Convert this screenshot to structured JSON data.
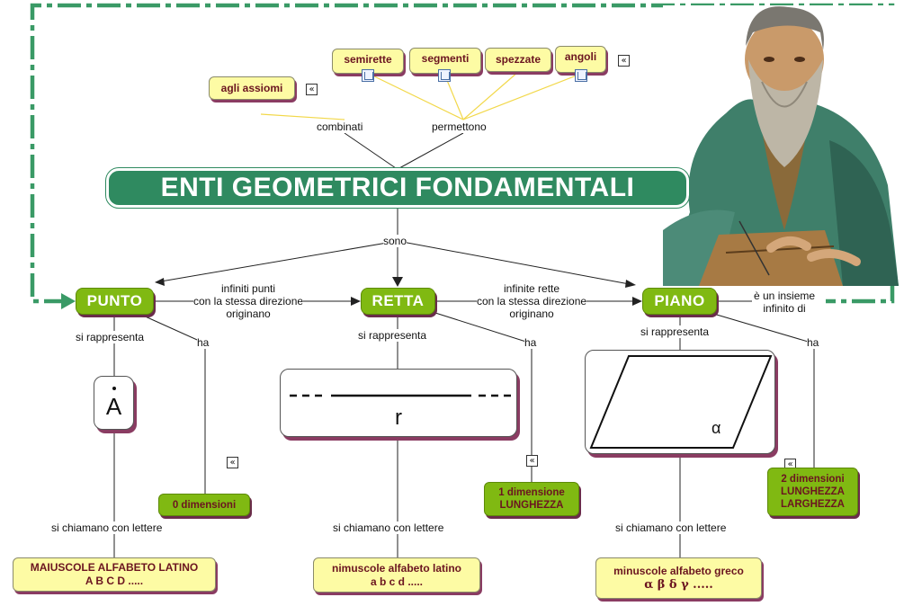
{
  "title": "ENTI GEOMETRICI FONDAMENTALI",
  "top_concepts": {
    "assiomi": "agli assiomi",
    "semirette": "semirette",
    "segmenti": "segmenti",
    "spezzate": "spezzate",
    "angoli": "angoli"
  },
  "links": {
    "combinati": "combinati",
    "permettono": "permettono",
    "sono": "sono",
    "punti_retta": [
      "infiniti punti",
      "con la stessa direzione",
      "originano"
    ],
    "rette_piano": [
      "infinite rette",
      "con la stessa direzione",
      "originano"
    ],
    "insieme": [
      "è un insieme",
      "infinito di"
    ],
    "si_rappresenta": "si rappresenta",
    "ha": "ha",
    "si_chiamano": "si chiamano con lettere"
  },
  "main": {
    "punto": "PUNTO",
    "retta": "RETTA",
    "piano": "PIANO"
  },
  "representations": {
    "punto_letter": "A",
    "retta_letter": "r",
    "piano_letter": "α"
  },
  "dimensions": {
    "punto": [
      "0 dimensioni"
    ],
    "retta": [
      "1 dimensione",
      "LUNGHEZZA"
    ],
    "piano": [
      "2 dimensioni",
      "LUNGHEZZA",
      "LARGHEZZA"
    ]
  },
  "letters": {
    "punto": [
      "MAIUSCOLE ALFABETO LATINO",
      "A B C D ....."
    ],
    "retta": [
      "nimuscole alfabeto latino",
      "a b c d ....."
    ],
    "piano": [
      "minuscole alfabeto greco",
      "α β δ γ ....."
    ]
  },
  "icons": {
    "chevron": "«",
    "submap": "submap-icon"
  },
  "colors": {
    "dash_frame": "#3a9a66",
    "title_bg": "#2f8a60",
    "green_node": "#80b912",
    "yellow_node": "#fdfba4",
    "text_dark_red": "#6b1520"
  }
}
